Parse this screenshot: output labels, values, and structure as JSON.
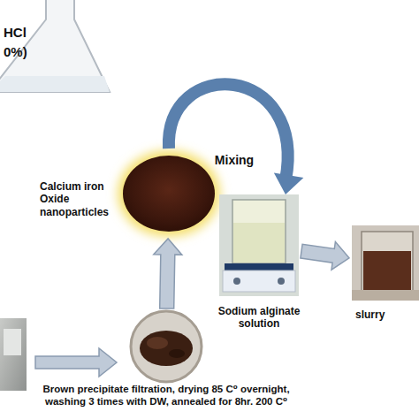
{
  "diagram": {
    "nodes": [
      {
        "text": [
          "HCl",
          "0%)"
        ]
      },
      {
        "text": [
          "Brown precipitate filtration, drying 85 C⁰ overnight, washing 3 times with DW, annealed for 8hr. 200 C⁰"
        ]
      },
      {
        "text": [
          "Calcium iron Oxide nanoparticles"
        ]
      },
      {
        "text": [
          "Sodium alginate solution"
        ]
      },
      {
        "text": [
          "slurry"
        ]
      }
    ],
    "edges": [
      {
        "from": 1,
        "to": 2,
        "arrow": "to"
      },
      {
        "from": 2,
        "to": 3,
        "label": "Mixing",
        "arrow": "to"
      },
      {
        "from": 3,
        "to": 4,
        "arrow": "to"
      }
    ]
  }
}
